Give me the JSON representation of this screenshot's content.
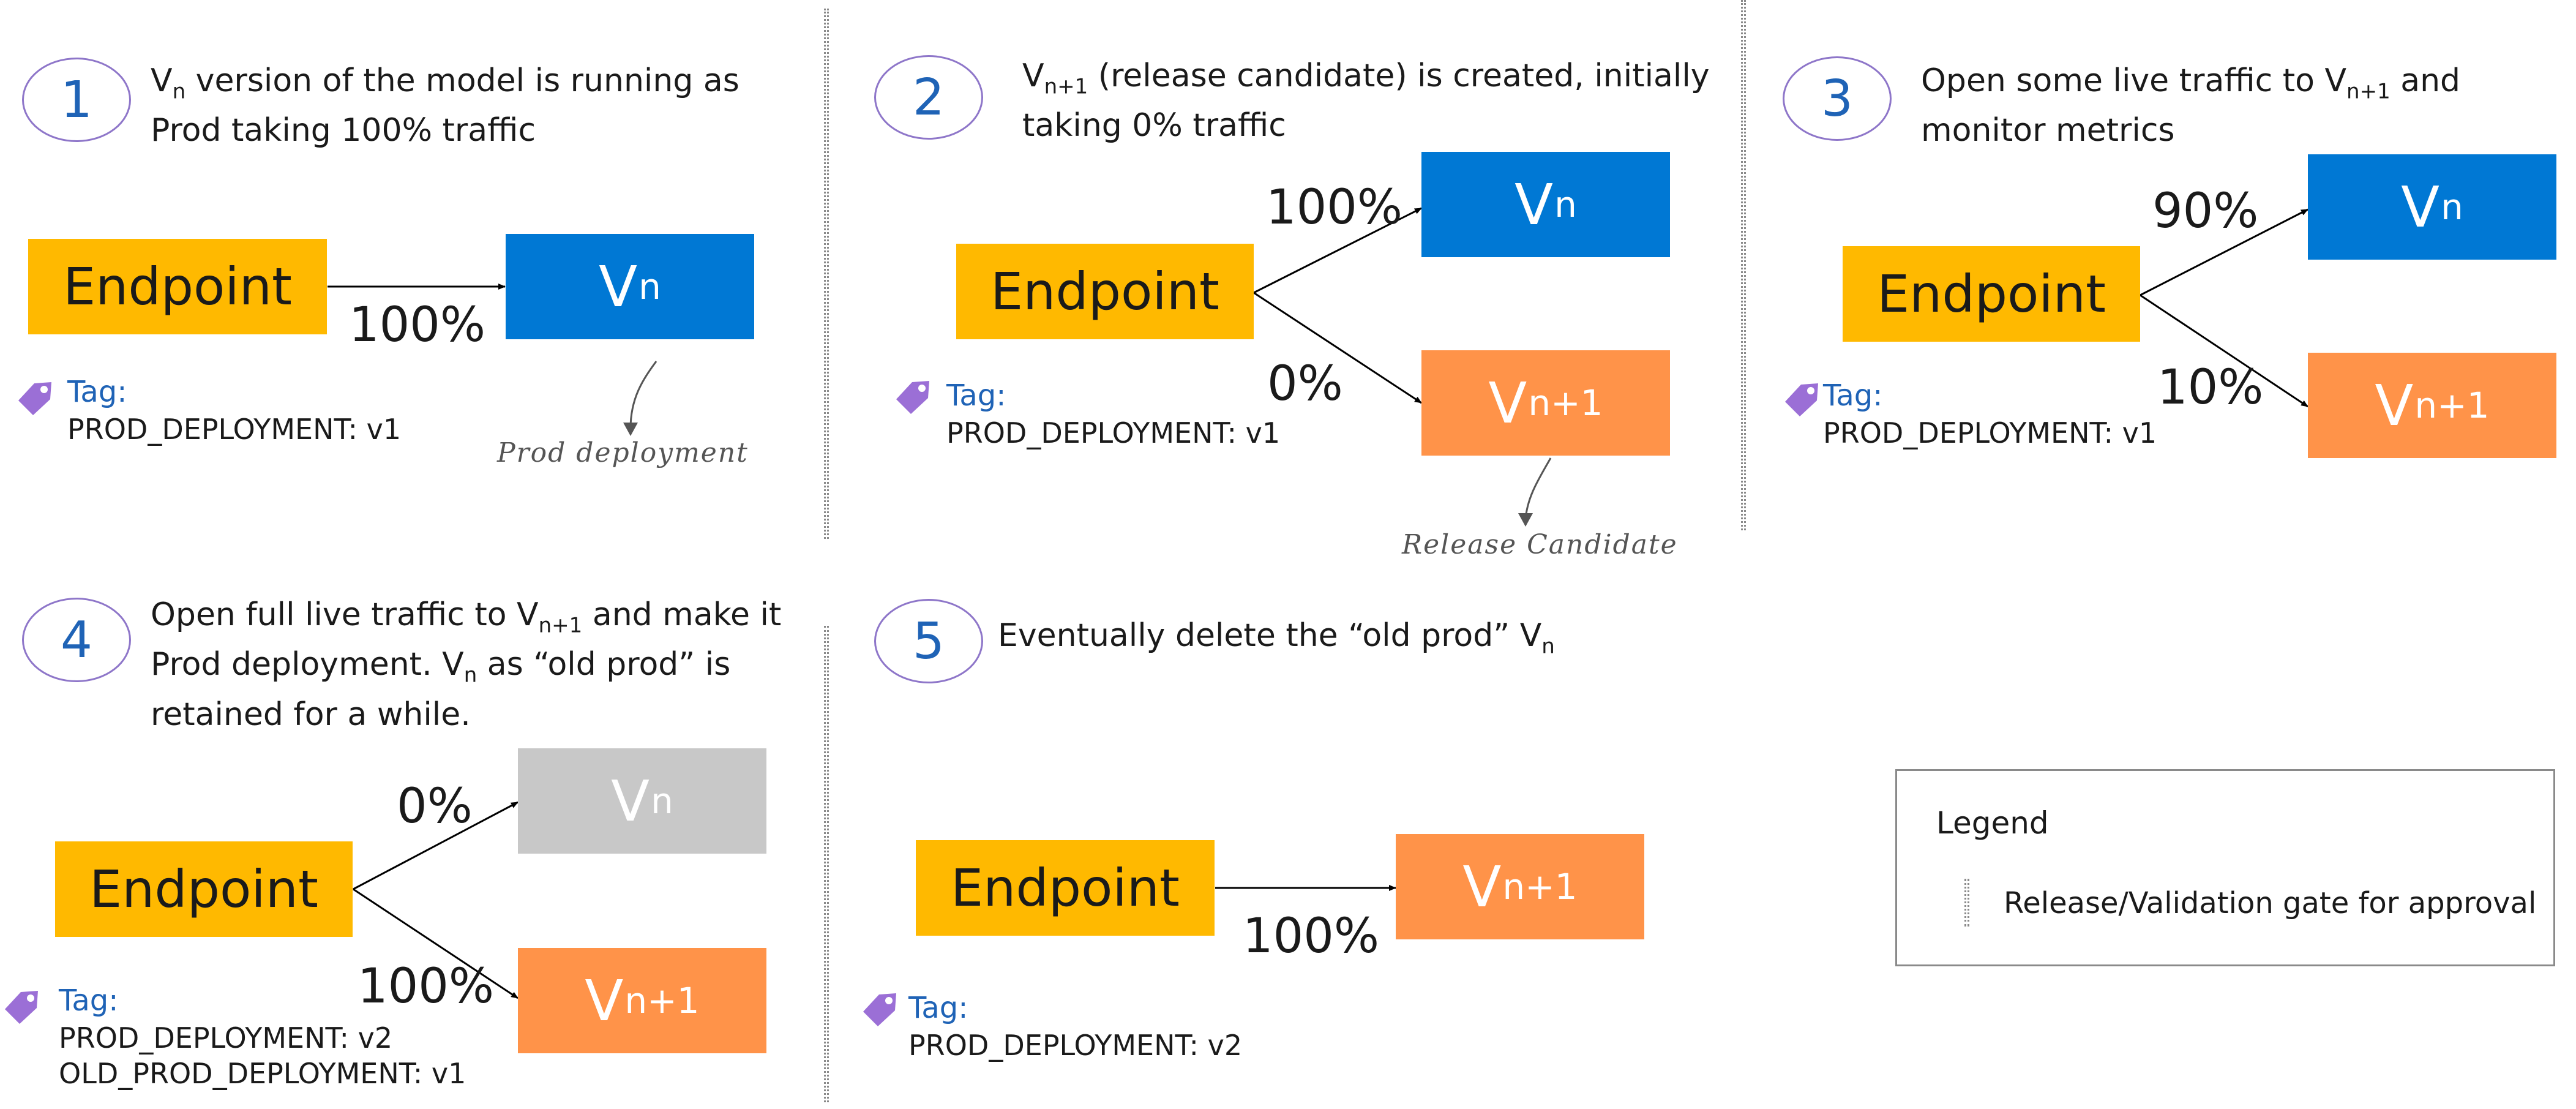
{
  "steps": [
    {
      "number": "1",
      "text_parts": [
        "V",
        "n",
        " version of the model is running as Prod taking 100% traffic"
      ],
      "endpoint_label": "Endpoint",
      "versions": [
        {
          "base": "V",
          "sub": "n",
          "color": "#0078d4"
        }
      ],
      "percentages": [
        "100%"
      ],
      "tag": {
        "label": "Tag:",
        "lines": [
          "PROD_DEPLOYMENT: v1"
        ]
      },
      "annotation": "Prod deployment"
    },
    {
      "number": "2",
      "text_parts": [
        "V",
        "n+1",
        " (release candidate) is created, initially taking 0% traffic"
      ],
      "endpoint_label": "Endpoint",
      "versions": [
        {
          "base": "V",
          "sub": "n",
          "color": "#0078d4"
        },
        {
          "base": "V",
          "sub": "n+1",
          "color": "#ff9349"
        }
      ],
      "percentages": [
        "100%",
        "0%"
      ],
      "tag": {
        "label": "Tag:",
        "lines": [
          "PROD_DEPLOYMENT: v1"
        ]
      },
      "annotation": "Release Candidate"
    },
    {
      "number": "3",
      "text_parts": [
        "Open some live traffic to V",
        "n+1",
        " and monitor metrics"
      ],
      "endpoint_label": "Endpoint",
      "versions": [
        {
          "base": "V",
          "sub": "n",
          "color": "#0078d4"
        },
        {
          "base": "V",
          "sub": "n+1",
          "color": "#ff9349"
        }
      ],
      "percentages": [
        "90%",
        "10%"
      ],
      "tag": {
        "label": "Tag:",
        "lines": [
          "PROD_DEPLOYMENT: v1"
        ]
      }
    },
    {
      "number": "4",
      "text_parts": [
        "Open full live traffic to V",
        "n+1",
        " and make it Prod deployment. V",
        "n",
        " as “old prod” is retained for a while."
      ],
      "endpoint_label": "Endpoint",
      "versions": [
        {
          "base": "V",
          "sub": "n",
          "color": "#c8c8c8"
        },
        {
          "base": "V",
          "sub": "n+1",
          "color": "#ff9349"
        }
      ],
      "percentages": [
        "0%",
        "100%"
      ],
      "tag": {
        "label": "Tag:",
        "lines": [
          "PROD_DEPLOYMENT: v2",
          "OLD_PROD_DEPLOYMENT: v1"
        ]
      }
    },
    {
      "number": "5",
      "text_parts": [
        "Eventually delete the “old prod” V",
        "n"
      ],
      "endpoint_label": "Endpoint",
      "versions": [
        {
          "base": "V",
          "sub": "n+1",
          "color": "#ff9349"
        }
      ],
      "percentages": [
        "100%"
      ],
      "tag": {
        "label": "Tag:",
        "lines": [
          "PROD_DEPLOYMENT: v2"
        ]
      }
    }
  ],
  "legend": {
    "title": "Legend",
    "item": "Release/Validation gate for approval"
  },
  "colors": {
    "endpoint": "#ffb900",
    "current_version": "#0078d4",
    "new_version": "#ff9349",
    "old_version": "#c8c8c8",
    "step_circle": "#8e76c9",
    "tag_icon": "#9b6fd6",
    "tag_text": "#1f63b6"
  },
  "icons": [
    "tag-icon",
    "dotted-gate-icon"
  ]
}
